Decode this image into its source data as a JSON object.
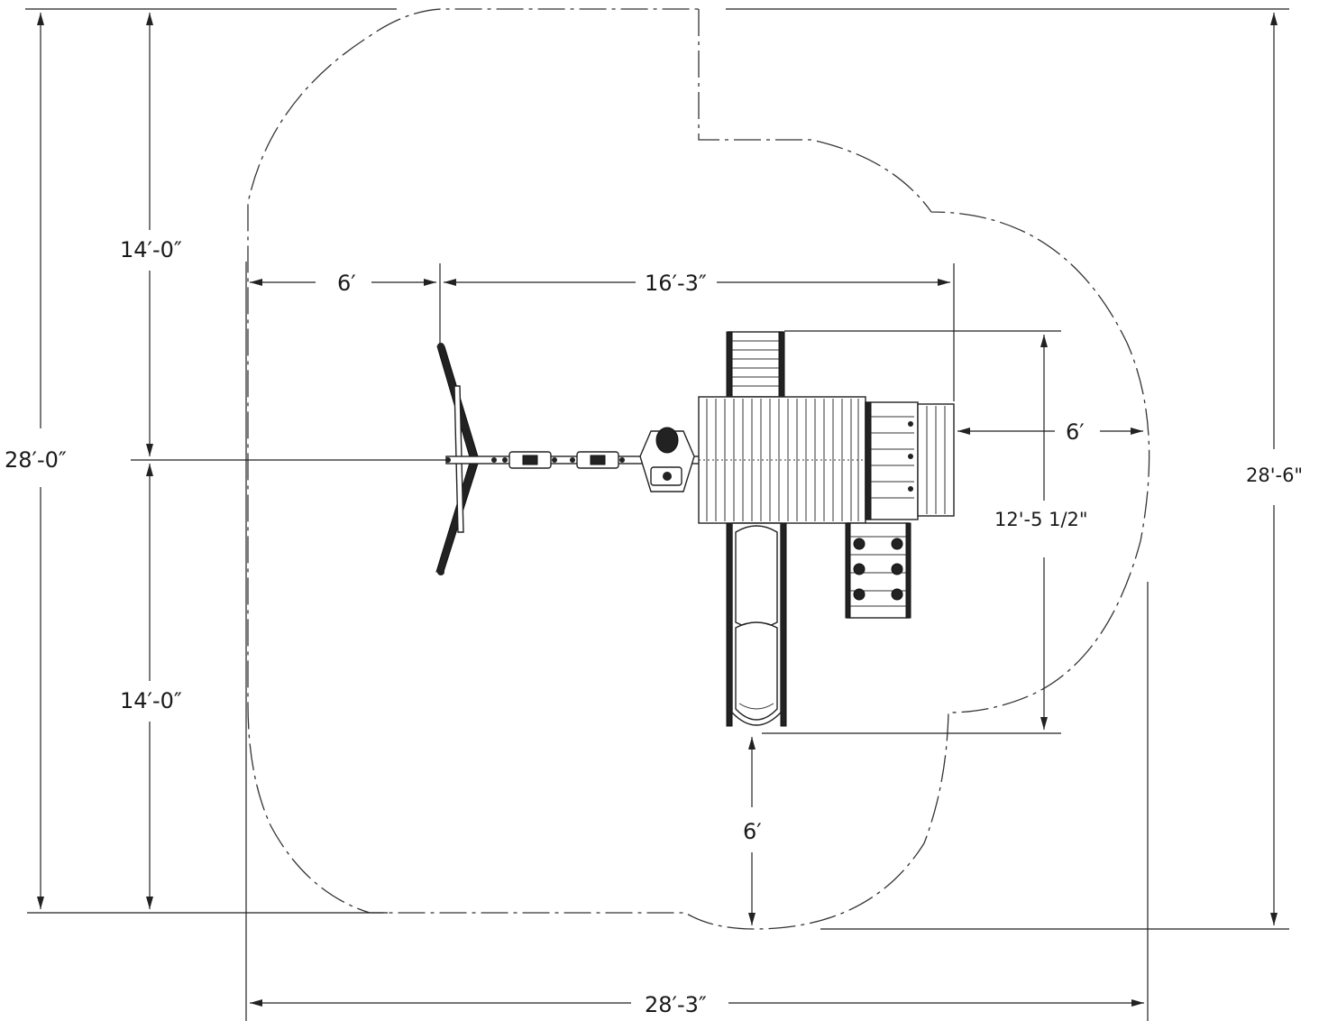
{
  "dimensions": {
    "total_height_left": "28′-0″",
    "upper_half_left": "14′-0″",
    "lower_half_left": "14′-0″",
    "clearance_left": "6′",
    "structure_width": "16′-3″",
    "clearance_right": "6′",
    "structure_depth": "12'-5 1/2\"",
    "total_height_right": "28'-6\"",
    "clearance_bottom": "6′",
    "total_width_bottom": "28′-3″"
  }
}
